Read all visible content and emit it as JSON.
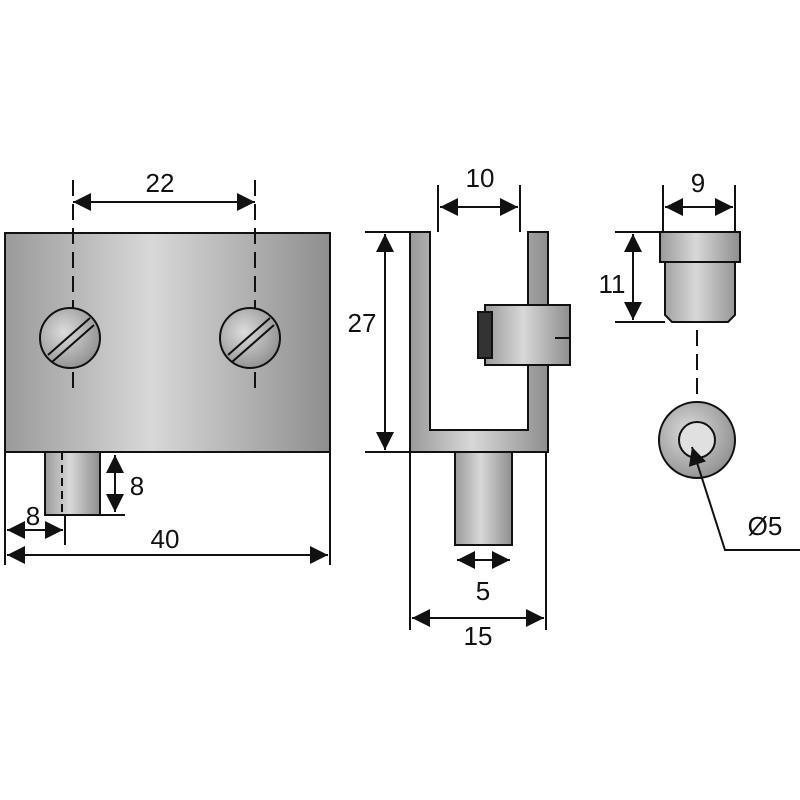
{
  "dimensions": {
    "block_hole_spacing": "22",
    "block_length": "40",
    "pin_height": "8",
    "pin_offset": "8",
    "bracket_gap": "10",
    "bracket_height": "27",
    "stud_diameter": "5",
    "bracket_width": "15",
    "cap_width": "9",
    "cap_height": "11",
    "hole_diameter": "Ø5"
  },
  "colors": {
    "line": "#111111",
    "metal_light": "#d4d4d4",
    "metal_dark": "#8a8a8a"
  }
}
